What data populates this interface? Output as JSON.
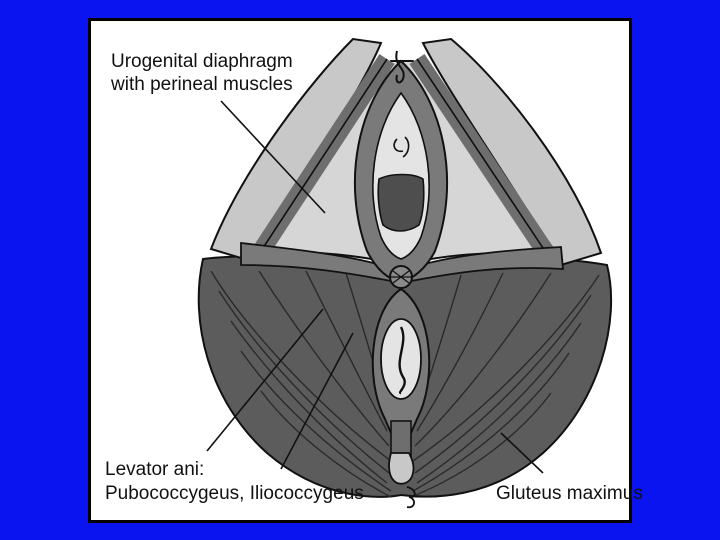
{
  "colors": {
    "background": "#0a14f0",
    "panel": "#ffffff",
    "muscle_dark": "#5c5c5c",
    "muscle_mid": "#7a7a7a",
    "bone_light": "#c8c8c8",
    "outline": "#111111"
  },
  "labels": {
    "urogenital_line1": "Urogenital diaphragm",
    "urogenital_line2": "with perineal muscles",
    "levator_line1": "Levator ani:",
    "levator_line2": "Pubococcygeus, Iliococcygeus",
    "gluteus": "Gluteus maximus"
  }
}
